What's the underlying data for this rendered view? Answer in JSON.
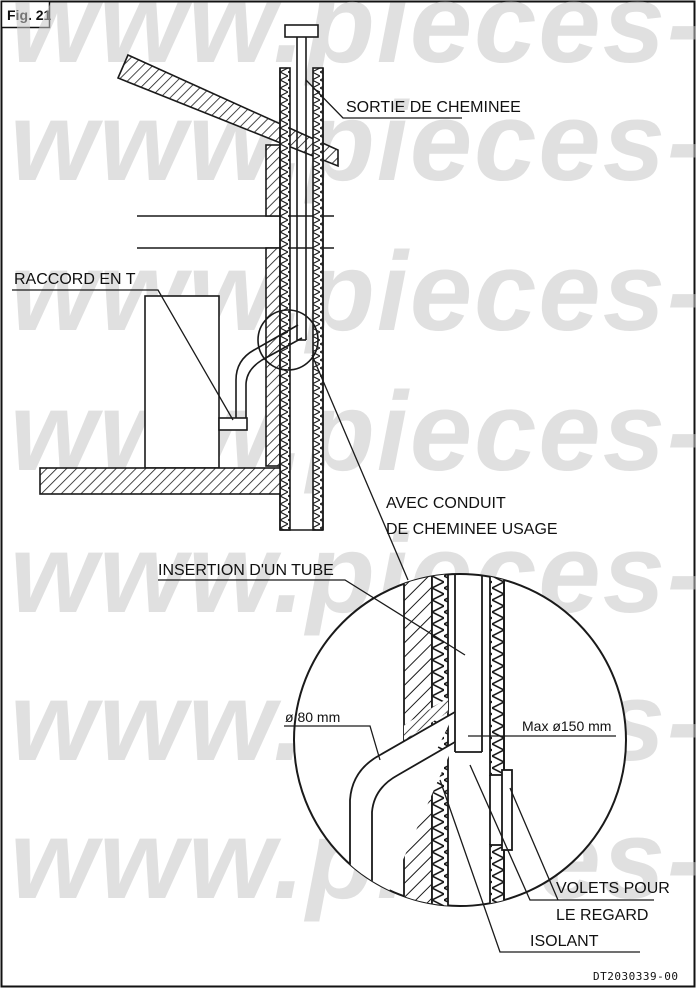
{
  "figure": {
    "number": "Fig. 21",
    "reference": "DT2030339-00"
  },
  "labels": {
    "chimney_outlet": "SORTIE DE CHEMINEE",
    "tee_fitting": "RACCORD EN T",
    "existing_flue_line1": "AVEC CONDUIT",
    "existing_flue_line2": "DE CHEMINEE USAGE",
    "tube_insertion": "INSERTION D'UN TUBE",
    "diameter_80": "ø 80 mm",
    "max_150": "Max ø150 mm",
    "inspection_flaps_line1": "VOLETS POUR",
    "inspection_flaps_line2": "LE REGARD",
    "insulation": "ISOLANT"
  },
  "watermark": "www.pieces-de",
  "colors": {
    "line": "#1a1a1a",
    "hatch": "#1a1a1a",
    "watermark": "#c8c8c8"
  }
}
